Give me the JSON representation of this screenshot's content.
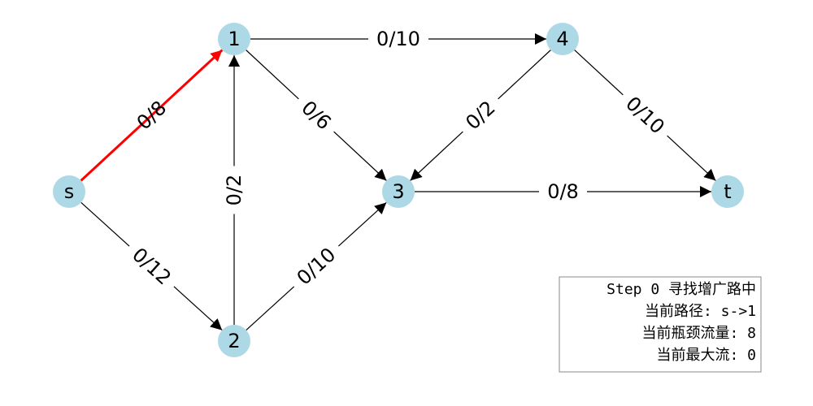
{
  "graph": {
    "nodes": [
      {
        "id": "s",
        "label": "s"
      },
      {
        "id": "1",
        "label": "1"
      },
      {
        "id": "2",
        "label": "2"
      },
      {
        "id": "3",
        "label": "3"
      },
      {
        "id": "4",
        "label": "4"
      },
      {
        "id": "t",
        "label": "t"
      }
    ],
    "edges": [
      {
        "from": "s",
        "to": "1",
        "label": "0/8",
        "highlighted": true
      },
      {
        "from": "s",
        "to": "2",
        "label": "0/12",
        "highlighted": false
      },
      {
        "from": "1",
        "to": "4",
        "label": "0/10",
        "highlighted": false
      },
      {
        "from": "1",
        "to": "3",
        "label": "0/6",
        "highlighted": false
      },
      {
        "from": "2",
        "to": "1",
        "label": "0/2",
        "highlighted": false
      },
      {
        "from": "2",
        "to": "3",
        "label": "0/10",
        "highlighted": false
      },
      {
        "from": "4",
        "to": "3",
        "label": "0/2",
        "highlighted": false
      },
      {
        "from": "4",
        "to": "t",
        "label": "0/10",
        "highlighted": false
      },
      {
        "from": "3",
        "to": "t",
        "label": "0/8",
        "highlighted": false
      }
    ]
  },
  "info_box": {
    "lines": [
      "Step 0 寻找增广路中",
      "当前路径: s->1",
      "当前瓶颈流量: 8",
      "当前最大流: 0"
    ]
  },
  "colors": {
    "node_fill": "#add8e6",
    "edge": "#000000",
    "highlight": "#ff0000"
  }
}
